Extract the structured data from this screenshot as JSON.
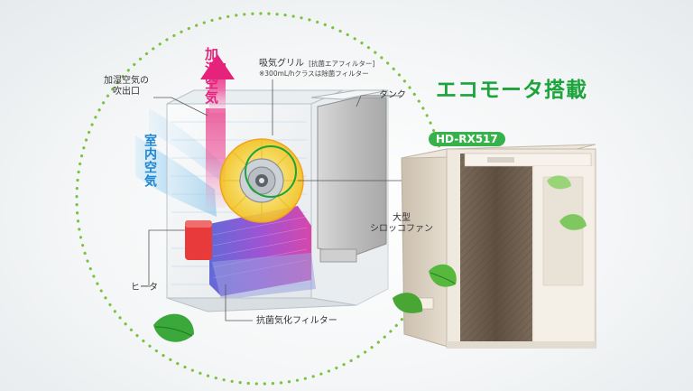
{
  "title": "エコモータ搭載",
  "model": "HD-RX517",
  "labels": {
    "humid_air": "加湿空気",
    "room_air": "室内空気",
    "outlet_line1": "加湿空気の",
    "outlet_line2": "吹出口",
    "intake_line1_main": "吸気グリル",
    "intake_line1_sub": "[抗菌エアフィルター]",
    "intake_line2": "※300mL/hクラスは除菌フィルター",
    "tank": "タンク",
    "fan_line1": "大型",
    "fan_line2": "シロッコファン",
    "heater": "ヒータ",
    "filter": "抗菌気化フィルター"
  },
  "colors": {
    "accent_green": "#1aa43a",
    "badge_green": "#37b24a",
    "humid_pink": "#e6237a",
    "room_blue": "#1e86d2",
    "heater_red": "#e83a3a",
    "fan_yellow": "#f2d21e",
    "dots_green": "#7cc242",
    "unit_brown": "#6b5b4c"
  },
  "icons": [
    "leaf-icon",
    "up-arrow-icon",
    "down-arrow-icon"
  ]
}
